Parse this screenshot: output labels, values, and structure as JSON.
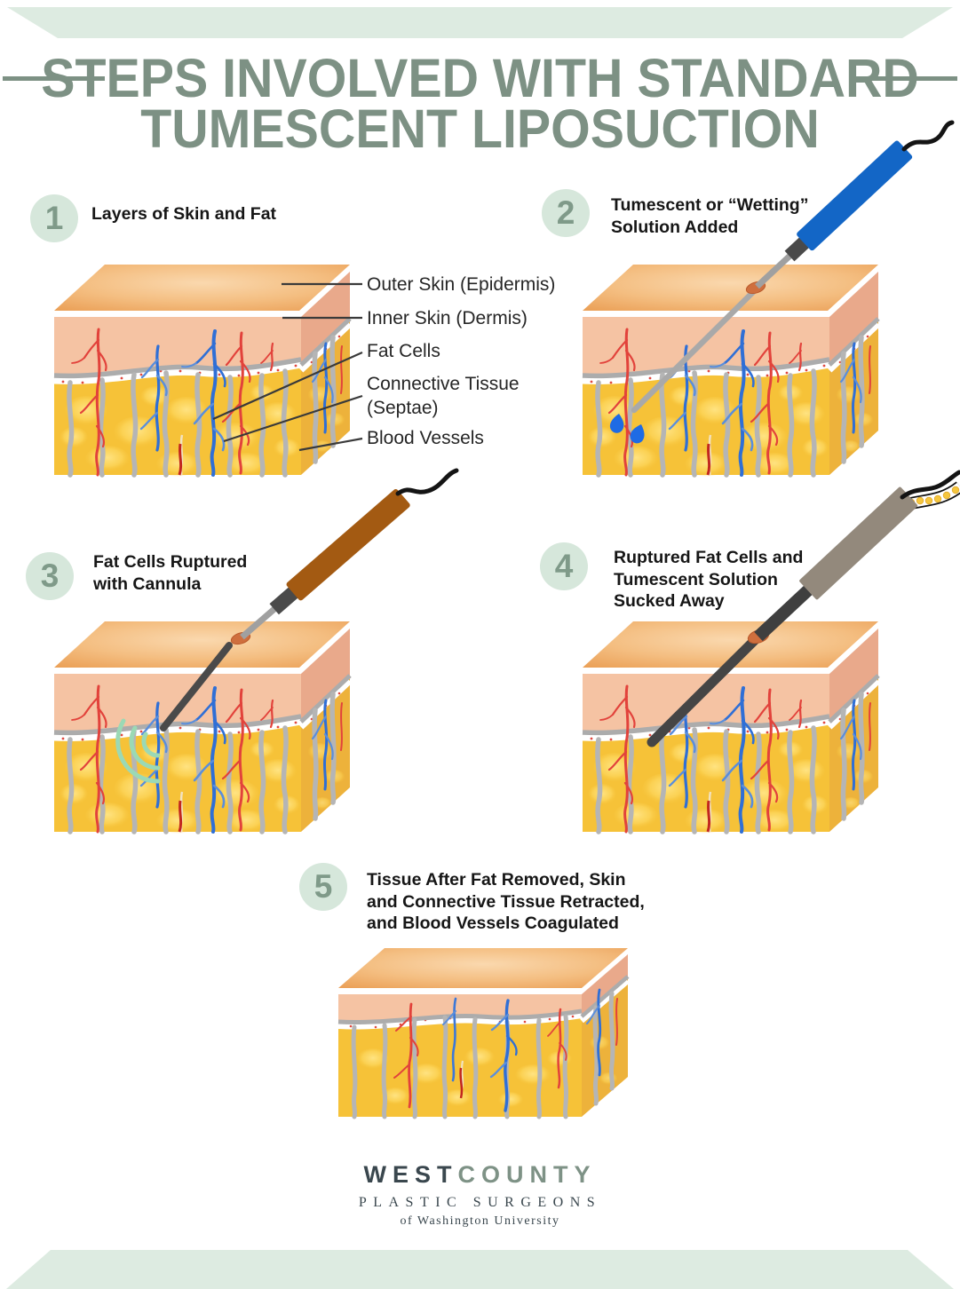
{
  "title": {
    "line1": "STEPS INVOLVED WITH STANDARD",
    "line2": "TUMESCENT LIPOSUCTION"
  },
  "steps": [
    {
      "number": "1",
      "lines": [
        "Layers of Skin and Fat"
      ]
    },
    {
      "number": "2",
      "lines": [
        "Tumescent or “Wetting”",
        "Solution Added"
      ]
    },
    {
      "number": "3",
      "lines": [
        "Fat Cells Ruptured",
        "with Cannula"
      ]
    },
    {
      "number": "4",
      "lines": [
        "Ruptured Fat Cells and",
        "Tumescent Solution",
        "Sucked Away"
      ]
    },
    {
      "number": "5",
      "lines": [
        "Tissue After Fat Removed, Skin",
        "and Connective Tissue Retracted,",
        "and Blood Vessels Coagulated"
      ]
    }
  ],
  "annotations": {
    "outer_skin": "Outer Skin (Epidermis)",
    "inner_skin": "Inner Skin (Dermis)",
    "fat_cells": "Fat Cells",
    "connective_line1": "Connective Tissue",
    "connective_line2": "(Septae)",
    "blood_vessels": "Blood Vessels"
  },
  "logo": {
    "brand_west": "WEST",
    "brand_county": "COUNTY",
    "subtitle": "PLASTIC SURGEONS",
    "tagline": "of Washington University"
  },
  "colors": {
    "banner_green": "#DDEBE1",
    "title_green": "#7D9184",
    "step_circle_bg": "#D6E7DB",
    "step_circle_text": "#7F9A89",
    "epidermis_orange": "#EBA158",
    "dermis_pink": "#F5C3A3",
    "fat_yellow": "#F6C238",
    "septae_gray": "#B5B5B5",
    "vessel_red": "#E2423B",
    "vessel_blue": "#2F6FD6",
    "syringe_blue": "#1366C6",
    "cannula_brown": "#A35A12",
    "suction_taupe": "#93897C",
    "rupture_arc_green": "#9BD9B5",
    "droplet_blue": "#1E6BE4"
  }
}
